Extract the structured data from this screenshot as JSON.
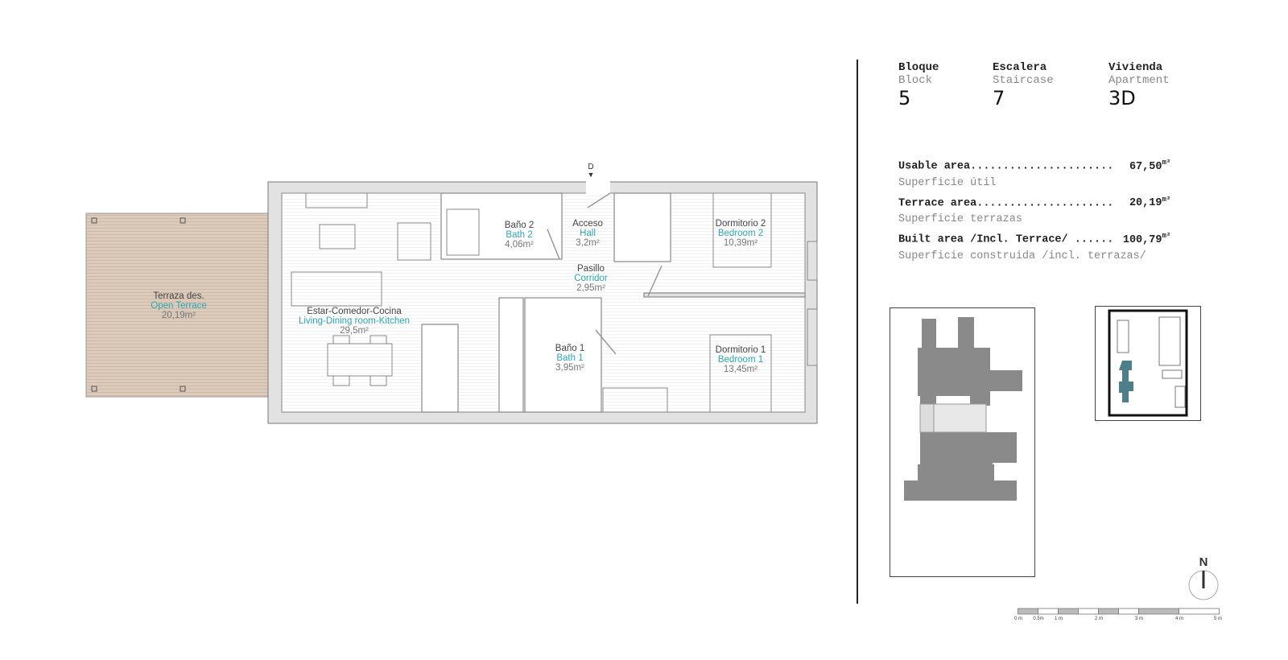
{
  "header": {
    "block": {
      "label_es": "Bloque",
      "label_en": "Block",
      "value": "5"
    },
    "staircase": {
      "label_es": "Escalera",
      "label_en": "Staircase",
      "value": "7"
    },
    "apartment": {
      "label_es": "Vivienda",
      "label_en": "Apartment",
      "value": "3D"
    }
  },
  "areas": [
    {
      "label": "Usable area......................",
      "value": "67,50",
      "unit": "m²",
      "sub": "Superficie útil"
    },
    {
      "label": "Terrace area.....................",
      "value": "20,19",
      "unit": "m²",
      "sub": "Superficie terrazas"
    },
    {
      "label": "Built area /Incl. Terrace/ ......",
      "value": "100,79",
      "unit": "m²",
      "sub": "Superficie construida /incl. terrazas/"
    }
  ],
  "plan": {
    "entrance_marker": "D",
    "rooms": [
      {
        "es": "Terraza des.",
        "en": "Open Terrace",
        "area": "20,19m²"
      },
      {
        "es": "Estar-Comedor-Cocina",
        "en": "Living-Dining room-Kitchen",
        "area": "29,5m²"
      },
      {
        "es": "Baño 2",
        "en": "Bath 2",
        "area": "4,06m²"
      },
      {
        "es": "Acceso",
        "en": "Hall",
        "area": "3,2m²"
      },
      {
        "es": "Pasillo",
        "en": "Corridor",
        "area": "2,95m²"
      },
      {
        "es": "Dormitorio 2",
        "en": "Bedroom 2",
        "area": "10,39m²"
      },
      {
        "es": "Baño 1",
        "en": "Bath 1",
        "area": "3,95m²"
      },
      {
        "es": "Dormitorio 1",
        "en": "Bedroom 1",
        "area": "13,45m²"
      }
    ],
    "colors": {
      "accent": "#2aa9b4",
      "terrace": "#d9c8b8",
      "wall": "#e2e2e2",
      "highlight": "#4d7f8a"
    }
  },
  "compass": {
    "label": "N"
  },
  "scale": {
    "labels": [
      "0 m",
      "0.5m",
      "1 m",
      "2 m",
      "3 m",
      "4 m",
      "5 m"
    ]
  }
}
